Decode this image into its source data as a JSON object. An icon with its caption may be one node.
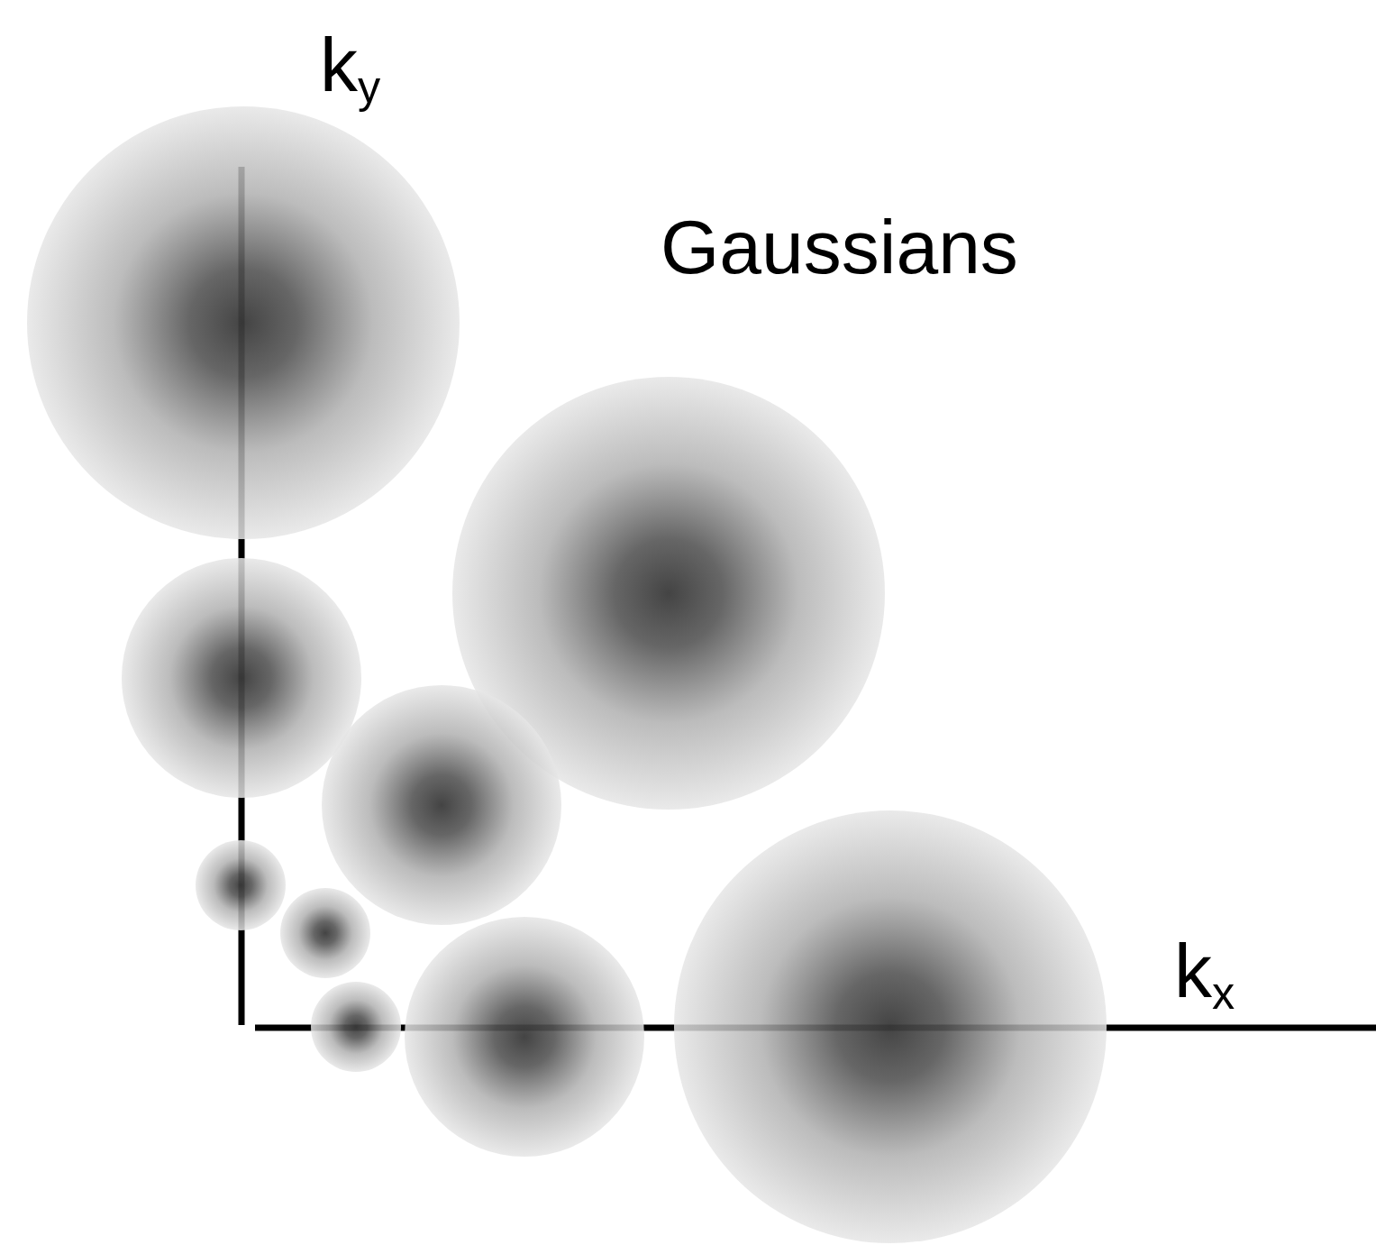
{
  "diagram": {
    "labels": [
      "k$_{y}$",
      "Gaussians",
      "k$_{x}$"
    ]
  }
}
